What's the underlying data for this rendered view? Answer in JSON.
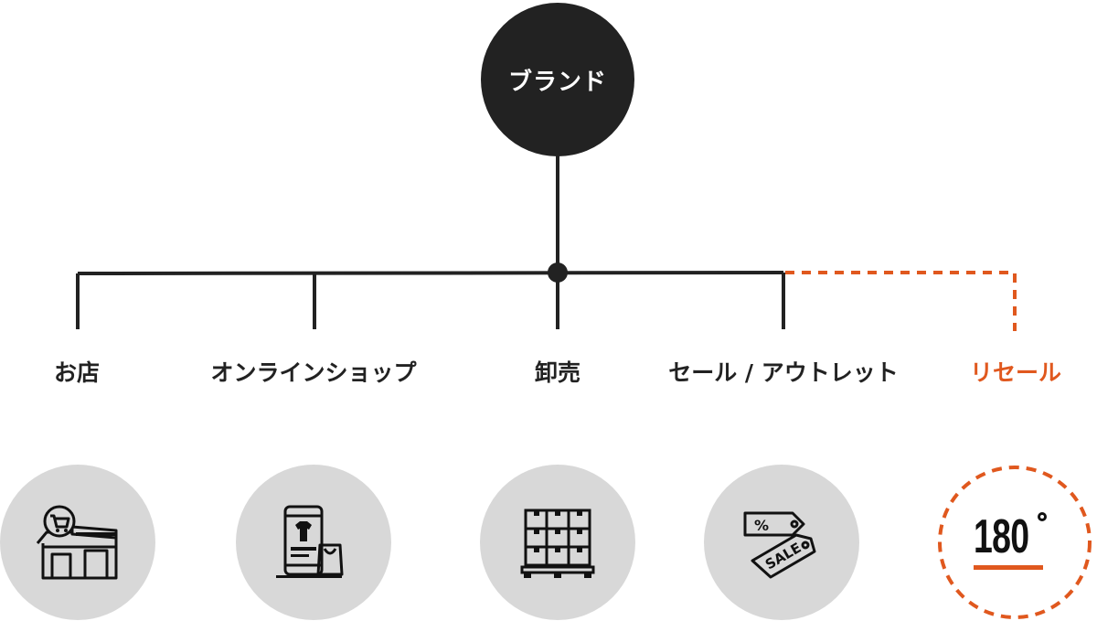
{
  "diagram": {
    "root": {
      "label": "ブランド"
    },
    "branches": [
      {
        "label": "お店",
        "icon": "storefront-cart-icon",
        "connection": "solid"
      },
      {
        "label": "オンラインショップ",
        "icon": "smartphone-shopping-icon",
        "connection": "solid"
      },
      {
        "label": "卸売",
        "icon": "pallet-boxes-icon",
        "connection": "solid"
      },
      {
        "label": "セール / アウトレット",
        "icon": "sale-tag-icon",
        "connection": "solid"
      },
      {
        "label": "リセール",
        "icon": "resale-180-logo",
        "connection": "dashed"
      }
    ],
    "resale_logo": {
      "text": "180"
    },
    "colors": {
      "line": "#222222",
      "root_fill": "#222222",
      "accent": "#e0581e",
      "icon_circle": "#d8d8d8"
    }
  }
}
